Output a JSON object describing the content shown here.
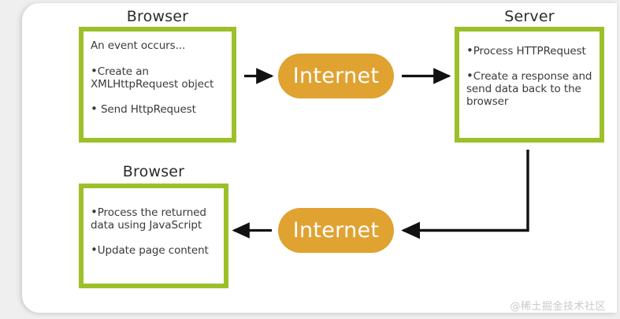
{
  "diagram": {
    "title_browser_top": "Browser",
    "title_server": "Server",
    "title_browser_bottom": "Browser",
    "internet_label_top": "Internet",
    "internet_label_bottom": "Internet",
    "colors": {
      "box_border_green": "#9cc029",
      "pill_orange": "#e0a231",
      "pill_text": "#ffffff",
      "body_text": "#3a3a3a",
      "title_text": "#2b2b2b",
      "arrow_black": "#111111",
      "card_background": "#ffffff",
      "page_background": "#efefef",
      "watermark_text": "#c9c9c9"
    },
    "browser_top_box": {
      "intro": "An event occurs...",
      "bullets": [
        "Create an\nXMLHttpRequest object",
        "Send HttpRequest"
      ],
      "bullet_lines": [
        [
          "Create an",
          "XMLHttpRequest object"
        ],
        [
          "Send HttpRequest"
        ]
      ]
    },
    "server_box": {
      "bullets": [
        "Process HTTPRequest",
        "Create a response and send data back to the browser"
      ],
      "bullet_lines": [
        [
          "Process HTTPRequest"
        ],
        [
          "Create a response and",
          "send data back to the",
          "browser"
        ]
      ]
    },
    "browser_bottom_box": {
      "bullets": [
        "Process the returned data using JavaScript",
        "Update page content"
      ],
      "bullet_lines": [
        [
          "Process the returned",
          "data using JavaScript"
        ],
        [
          "Update page content"
        ]
      ]
    },
    "bullet_glyph": "•",
    "watermark": "@稀土掘金技术社区",
    "flow": [
      {
        "from": "browser-top-box",
        "to": "internet-top",
        "direction": "right"
      },
      {
        "from": "internet-top",
        "to": "server-box",
        "direction": "right"
      },
      {
        "from": "server-box",
        "to": "internet-bottom",
        "direction": "down-then-left"
      },
      {
        "from": "internet-bottom",
        "to": "browser-bottom-box",
        "direction": "left"
      }
    ]
  }
}
